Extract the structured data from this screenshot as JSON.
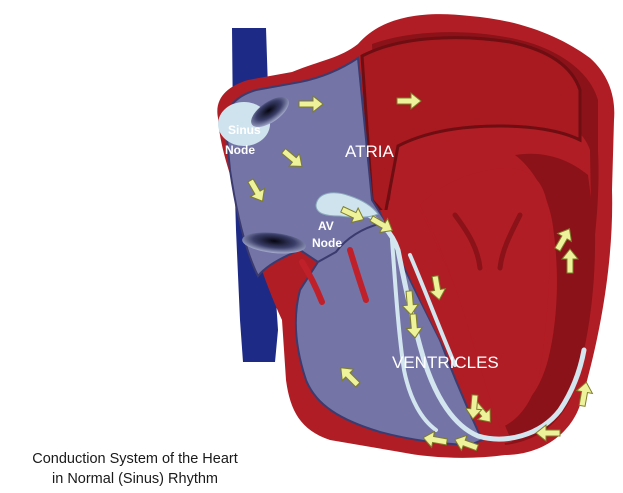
{
  "labels": {
    "sinus_node_line1": "Sinus",
    "sinus_node_line2": "Node",
    "av_node_line1": "AV",
    "av_node_line2": "Node",
    "atria": "ATRIA",
    "ventricles": "VENTRICLES"
  },
  "caption": {
    "line1": "Conduction System of the Heart",
    "line2": "in Normal (Sinus) Rhythm"
  },
  "colors": {
    "vena_cava": "#1d2a86",
    "muscle_dark": "#8b1219",
    "muscle": "#b11d24",
    "chamber": "#7474a6",
    "node": "#cfe3ee",
    "pathway": "#d3e5ef",
    "arrow": "#eef29a",
    "arrow_outline": "#7d7d2a"
  },
  "icons": [
    "arrow-icon"
  ]
}
